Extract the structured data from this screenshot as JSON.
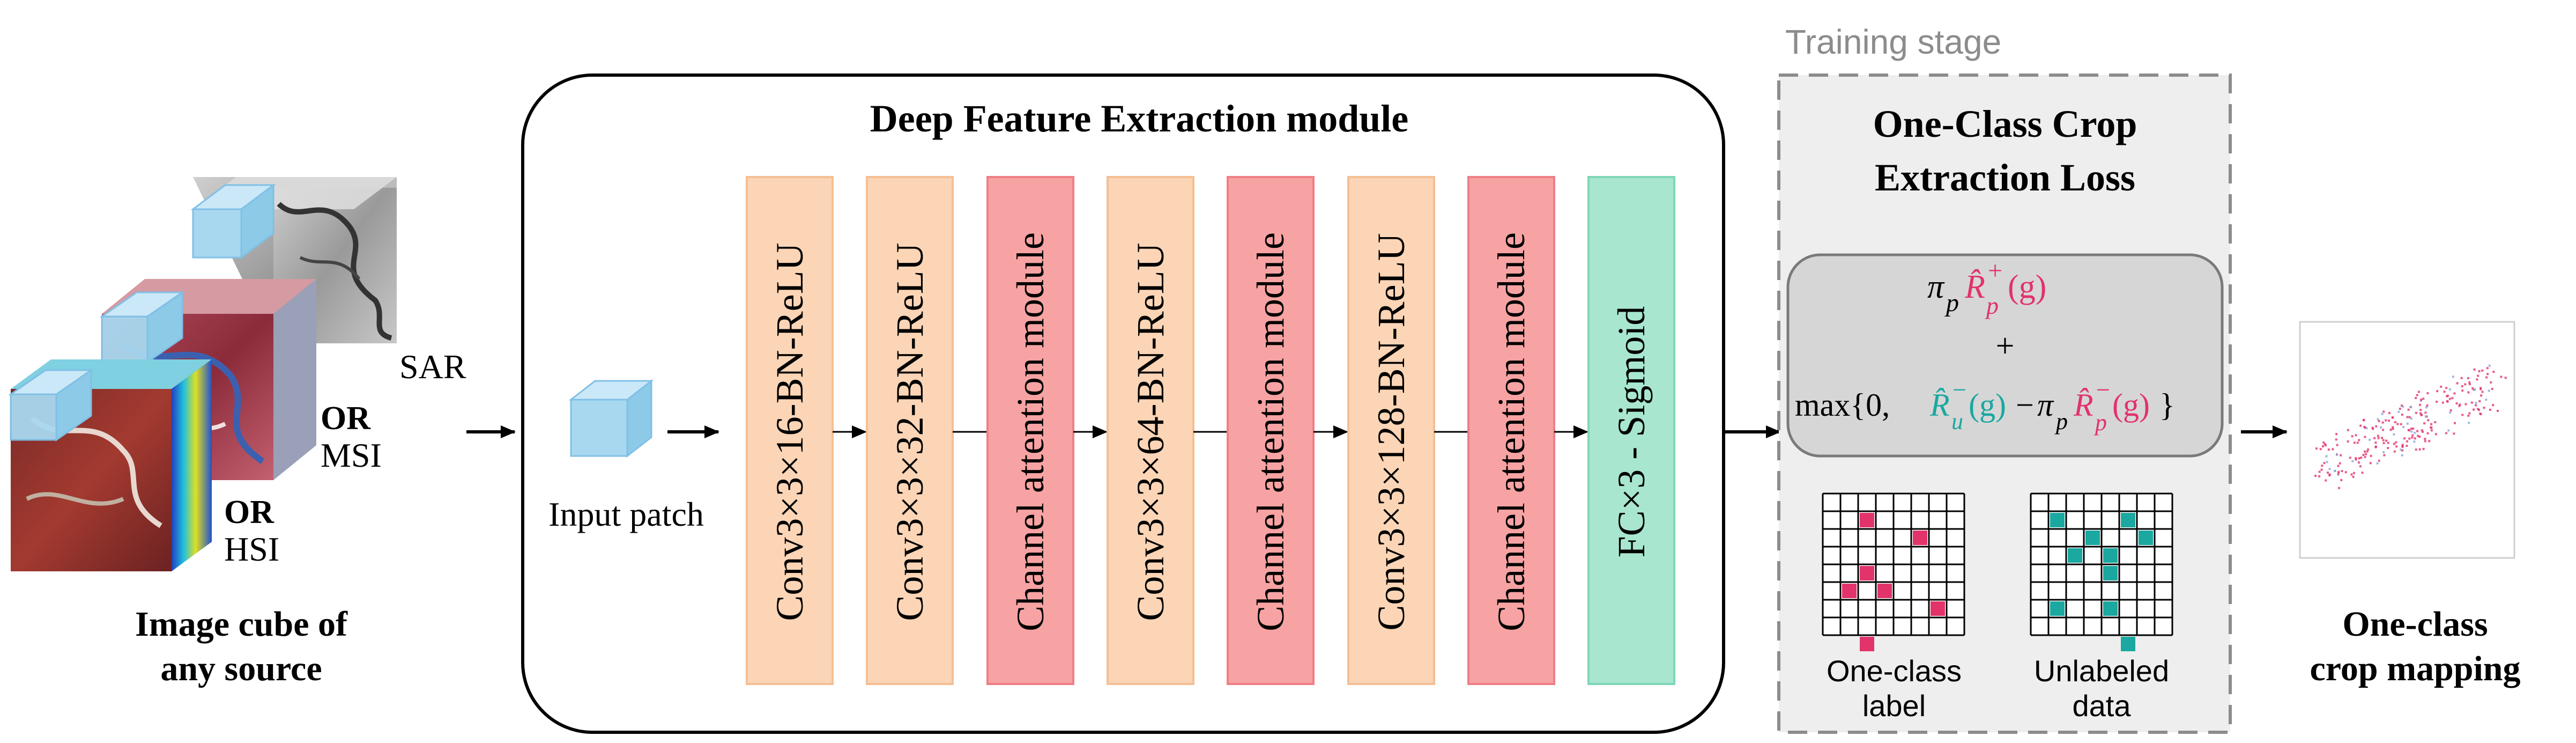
{
  "source": {
    "sar_label": "SAR",
    "or1": "OR",
    "msi_label": "MSI",
    "or2": "OR",
    "hsi_label": "HSI",
    "caption_line1": "Image cube of",
    "caption_line2": "any source"
  },
  "input_patch_label": "Input patch",
  "module": {
    "title": "Deep Feature Extraction module",
    "blocks": [
      {
        "label": "Conv3×3×16-BN-ReLU",
        "kind": "conv"
      },
      {
        "label": "Conv3×3×32-BN-ReLU",
        "kind": "conv"
      },
      {
        "label": "Channel attention module",
        "kind": "attention"
      },
      {
        "label": "Conv3×3×64-BN-ReLU",
        "kind": "conv"
      },
      {
        "label": "Channel attention module",
        "kind": "attention"
      },
      {
        "label": "Conv3×3×128-BN-ReLU",
        "kind": "conv"
      },
      {
        "label": "Channel attention module",
        "kind": "attention"
      },
      {
        "label": "FC×3 - Sigmoid",
        "kind": "fc"
      }
    ]
  },
  "training": {
    "stage_label": "Training stage",
    "loss_title_line1": "One-Class Crop",
    "loss_title_line2": "Extraction Loss",
    "formula": {
      "line1_pi": "π",
      "line1_sub": "p",
      "line1_R": "R̂",
      "line1_R_sub": "p",
      "line1_R_sup": "+",
      "line1_g": "(g)",
      "plus": "+",
      "max_prefix": "max{0,",
      "ru_R": "R̂",
      "ru_sub": "u",
      "ru_sup": "−",
      "ru_g": "(g)",
      "minus": "−",
      "pi2": "π",
      "pi2_sub": "p",
      "rp2_R": "R̂",
      "rp2_sub": "p",
      "rp2_sup": "−",
      "rp2_g": "(g)",
      "close": "}"
    },
    "grid_one_class_label_line1": "One-class",
    "grid_one_class_label_line2": "label",
    "grid_unlabeled_label_line1": "Unlabeled",
    "grid_unlabeled_label_line2": "data",
    "one_class_cells": [
      [
        2,
        1
      ],
      [
        5,
        2
      ],
      [
        2,
        4
      ],
      [
        1,
        5
      ],
      [
        3,
        5
      ],
      [
        6,
        6
      ],
      [
        2,
        8
      ]
    ],
    "unlabeled_cells": [
      [
        1,
        1
      ],
      [
        5,
        1
      ],
      [
        3,
        2
      ],
      [
        6,
        2
      ],
      [
        2,
        3
      ],
      [
        4,
        3
      ],
      [
        4,
        4
      ],
      [
        1,
        6
      ],
      [
        4,
        6
      ],
      [
        5,
        8
      ]
    ]
  },
  "output": {
    "caption_line1": "One-class",
    "caption_line2": "crop mapping"
  },
  "colors": {
    "conv_fill": "#fbd5b6",
    "conv_stroke": "#f5bf93",
    "attention_fill": "#f7a3a3",
    "attention_stroke": "#ee7f86",
    "fc_fill": "#a8e6d0",
    "fc_stroke": "#7fd6b6",
    "pink": "#e2336b",
    "teal": "#1aa8a0",
    "training_bg": "#eeeeee",
    "training_border": "#8c8c8c",
    "formula_bg": "#d6d6d6",
    "patch_cube": "#a8d8f0"
  }
}
